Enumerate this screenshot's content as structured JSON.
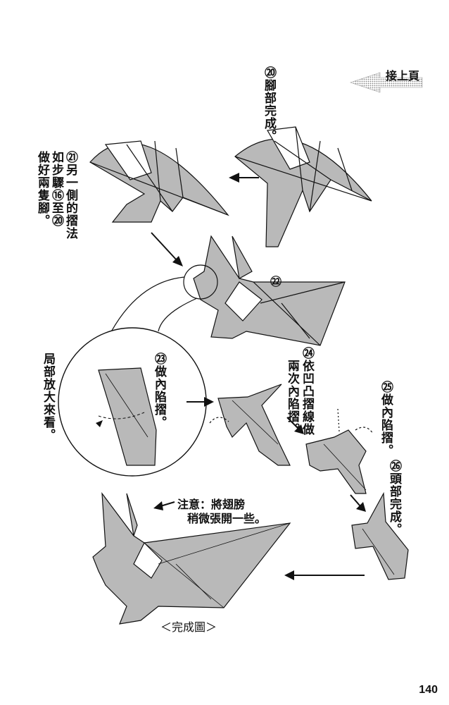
{
  "header": {
    "continue_label": "接上頁"
  },
  "steps": [
    {
      "num": "⑳",
      "text": "腳部完成。"
    },
    {
      "num": "㉑",
      "line1": "另一側的摺法",
      "line2": "如步驟⑯至⑳",
      "line3": "做好兩隻腳。"
    },
    {
      "num": "㉒"
    },
    {
      "num": "㉓",
      "text": "做內陷摺。"
    },
    {
      "num": "㉔",
      "line1": "依凹凸摺線做",
      "line2": "兩次內陷摺。"
    },
    {
      "num": "㉕",
      "text": "做內陷摺。"
    },
    {
      "num": "㉖",
      "text": "頭部完成。"
    }
  ],
  "closeup_note": "局部放大來看。",
  "final_note": {
    "line1": "注意：將翅膀",
    "line2": "稍微張開一些。"
  },
  "final_caption": "＜完成圖＞",
  "page_number": "140",
  "colors": {
    "paper_fill": "#b9b9b9",
    "ink": "#111111"
  }
}
